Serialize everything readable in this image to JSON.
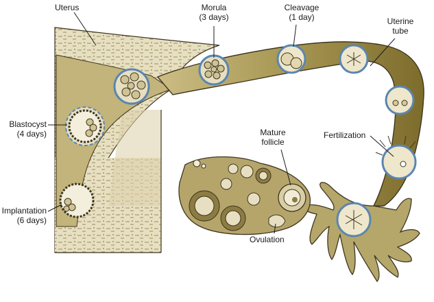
{
  "labels": {
    "uterus": "Uterus",
    "morula_name": "Morula",
    "morula_time": "(3 days)",
    "cleavage_name": "Cleavage",
    "cleavage_time": "(1 day)",
    "uterine_tube_line1": "Uterine",
    "uterine_tube_line2": "tube",
    "blastocyst_name": "Blastocyst",
    "blastocyst_time": "(4 days)",
    "mature_follicle_line1": "Mature",
    "mature_follicle_line2": "follicle",
    "fertilization": "Fertilization",
    "implantation_name": "Implantation",
    "implantation_time": "(6 days)",
    "ovulation": "Ovulation"
  },
  "colors": {
    "tube_fill": "#a89a5c",
    "tube_dark": "#7a6a2c",
    "wall_fill": "#e9e2c6",
    "tissue": "#d8ceaa",
    "outline": "#3d3520",
    "cell_ring": "#5a86b0",
    "ovary_fill": "#b8a872"
  }
}
